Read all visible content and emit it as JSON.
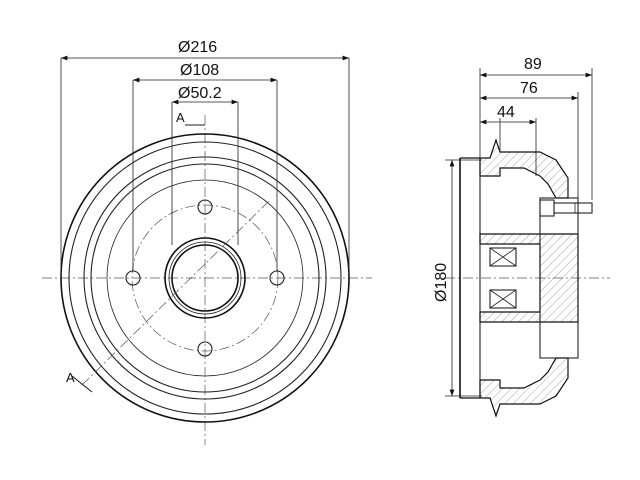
{
  "front_view": {
    "dimensions": {
      "outer_diameter": "Ø216",
      "bolt_circle_diameter": "Ø108",
      "hub_bore_diameter": "Ø50.2"
    },
    "section_marker_top": "A",
    "section_marker_bottom": "A"
  },
  "side_view": {
    "dimensions": {
      "overall_width": "89",
      "drum_depth": "76",
      "hub_offset": "44",
      "inner_diameter": "Ø180"
    }
  }
}
